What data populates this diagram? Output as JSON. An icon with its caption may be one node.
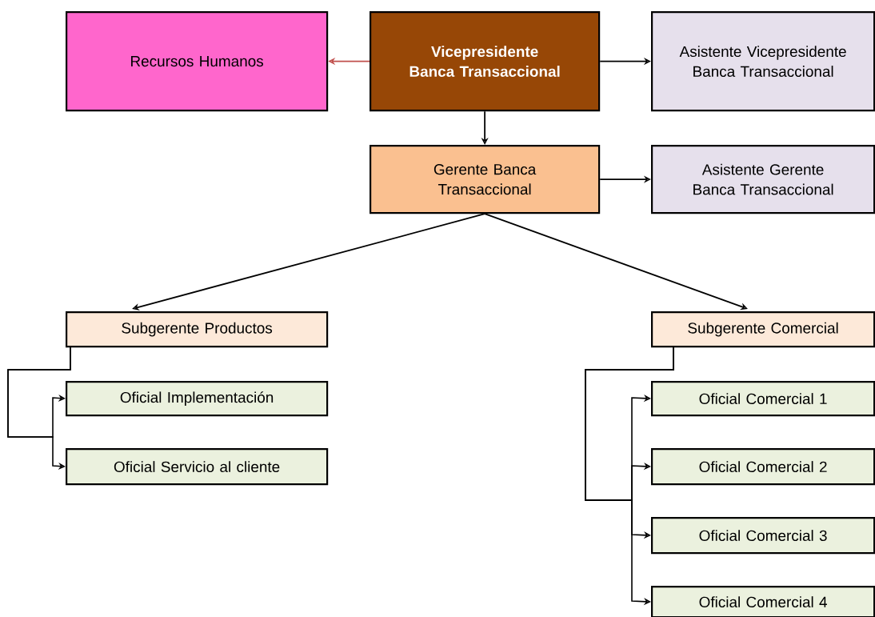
{
  "diagram": {
    "nodes": [
      {
        "text": [
          "Recursos Humanos"
        ]
      },
      {
        "text": [
          "Vicepresidente Banca Transaccional"
        ]
      },
      {
        "text": [
          "Asistente Vicepresidente Banca Transaccional"
        ]
      },
      {
        "text": [
          "Gerente Banca Transaccional"
        ]
      },
      {
        "text": [
          "Asistente Gerente Banca Transaccional"
        ]
      },
      {
        "text": [
          "Subgerente Productos"
        ]
      },
      {
        "text": [
          "Subgerente Comercial"
        ]
      },
      {
        "text": [
          "Oficial Implementación"
        ]
      },
      {
        "text": [
          "Oficial Servicio al cliente"
        ]
      },
      {
        "text": [
          "Oficial Comercial 1"
        ]
      },
      {
        "text": [
          "Oficial Comercial 2"
        ]
      },
      {
        "text": [
          "Oficial Comercial 3"
        ]
      },
      {
        "text": [
          "Oficial Comercial 4"
        ]
      }
    ],
    "edges": [
      {
        "from": 1,
        "to": 0,
        "arrow": "to",
        "color": "#c0504d"
      },
      {
        "from": 1,
        "to": 2,
        "arrow": "to"
      },
      {
        "from": 1,
        "to": 3,
        "arrow": "to"
      },
      {
        "from": 3,
        "to": 4,
        "arrow": "to"
      },
      {
        "from": 3,
        "to": 5,
        "arrow": "to"
      },
      {
        "from": 3,
        "to": 6,
        "arrow": "to"
      },
      {
        "from": 5,
        "to": 7,
        "arrow": "to"
      },
      {
        "from": 5,
        "to": 8,
        "arrow": "to"
      },
      {
        "from": 6,
        "to": 9,
        "arrow": "to"
      },
      {
        "from": 6,
        "to": 10,
        "arrow": "to"
      },
      {
        "from": 6,
        "to": 11,
        "arrow": "to"
      },
      {
        "from": 6,
        "to": 12,
        "arrow": "to"
      }
    ]
  }
}
